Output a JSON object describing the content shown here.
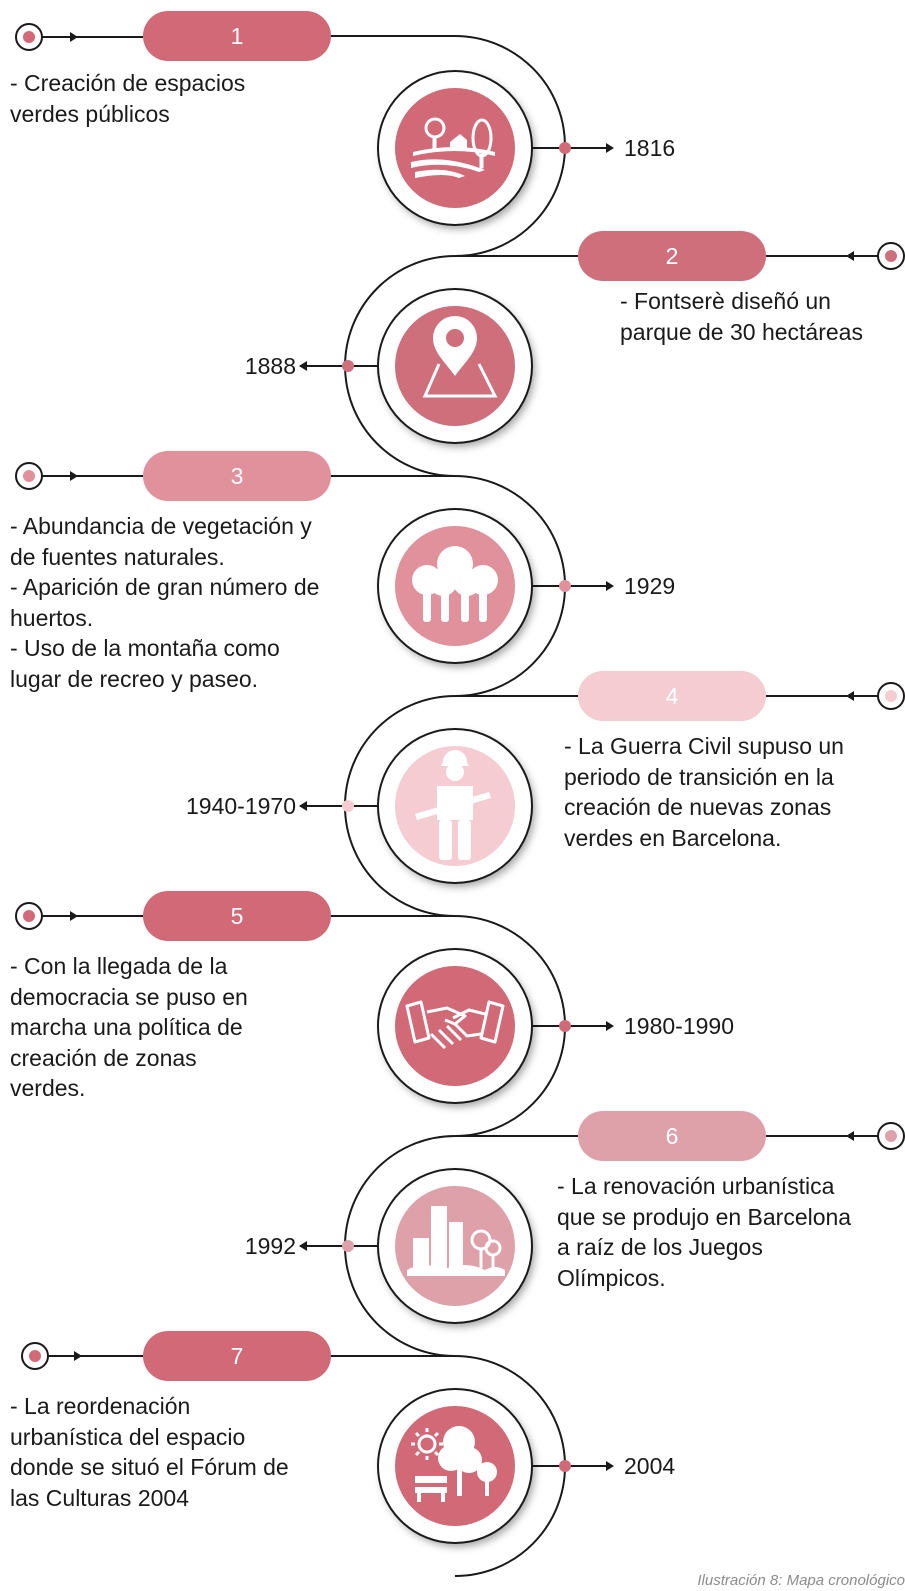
{
  "colors": {
    "pill_1": "#d16a76",
    "pill_2": "#cf6f7c",
    "pill_3": "#e0919b",
    "pill_4": "#f4ccd2",
    "pill_5": "#d16a76",
    "pill_6": "#dea1a9",
    "pill_7": "#d16a76",
    "line": "#1a1a1a",
    "icon_fg": "#ffffff"
  },
  "steps": [
    {
      "number": "1",
      "year": "1816",
      "icon": "park-landscape-icon",
      "color": "#d16a76",
      "description": [
        "- Creación de espacios",
        "verdes públicos"
      ]
    },
    {
      "number": "2",
      "year": "1888",
      "icon": "map-location-pin-icon",
      "color": "#cf6f7c",
      "description": [
        "- Fontserè diseñó un",
        "parque de 30 hectáreas"
      ]
    },
    {
      "number": "3",
      "year": "1929",
      "icon": "trees-icon",
      "color": "#e0919b",
      "description": [
        "- Abundancia de vegetación y",
        "de fuentes naturales.",
        "- Aparición de gran número de",
        "huertos.",
        "- Uso de la montaña como",
        "lugar de recreo y paseo."
      ]
    },
    {
      "number": "4",
      "year": "1940-1970",
      "icon": "soldier-rifle-icon",
      "color": "#f4ccd2",
      "description": [
        "- La Guerra Civil supuso un",
        "periodo de transición en la",
        "creación de nuevas zonas",
        "verdes en Barcelona."
      ]
    },
    {
      "number": "5",
      "year": "1980-1990",
      "icon": "handshake-icon",
      "color": "#d16a76",
      "description": [
        "- Con la llegada de la",
        "democracia se puso en",
        "marcha una política de",
        "creación de zonas",
        "verdes."
      ]
    },
    {
      "number": "6",
      "year": "1992",
      "icon": "city-buildings-icon",
      "color": "#dea1a9",
      "description": [
        "- La renovación urbanística",
        "que se produjo en Barcelona",
        "a raíz de los Juegos",
        "Olímpicos."
      ]
    },
    {
      "number": "7",
      "year": "2004",
      "icon": "park-bench-trees-icon",
      "color": "#d16a76",
      "description": [
        "- La reordenación",
        "urbanística del espacio",
        "donde se situó el Fórum de",
        "las Culturas 2004"
      ]
    }
  ],
  "caption": "Ilustración 8: Mapa cronológico"
}
